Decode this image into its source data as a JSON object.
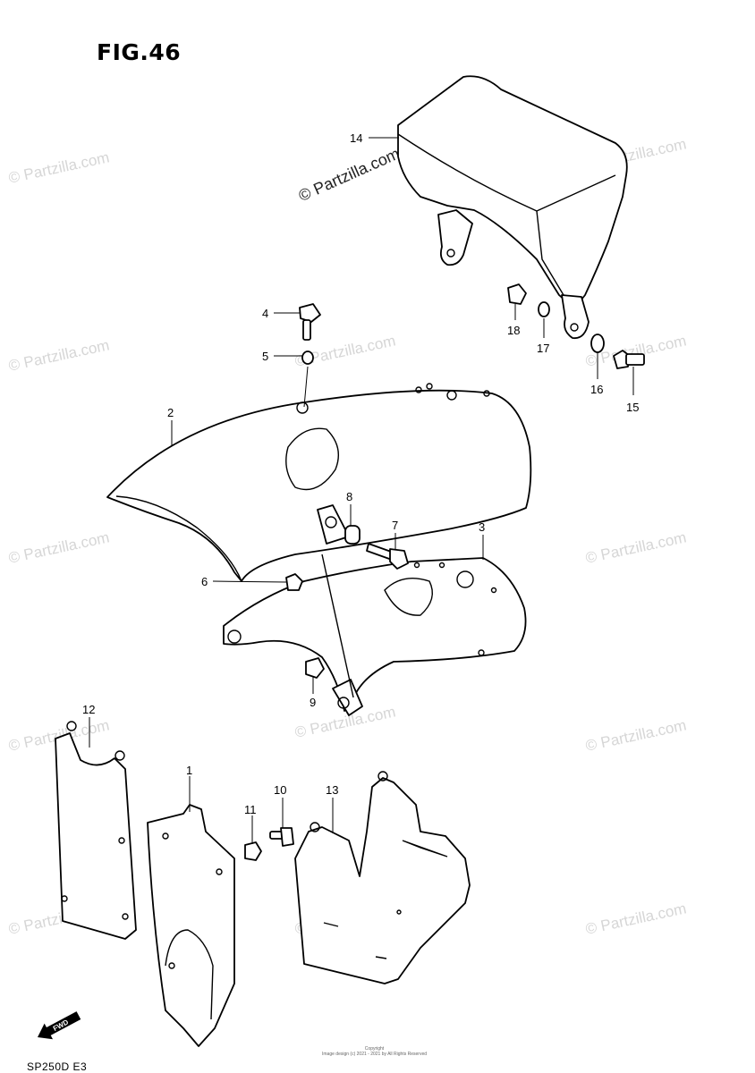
{
  "figure": {
    "title": "FIG.46",
    "code": "SP250D  E3"
  },
  "watermark": {
    "text": "© Partzilla.com"
  },
  "copyright": {
    "line1": "Copyright",
    "line2": "Image design (c) 2021 - 2021 by All Rights Reserved"
  },
  "labels": {
    "p1": "1",
    "p2": "2",
    "p3": "3",
    "p4": "4",
    "p5": "5",
    "p6": "6",
    "p7": "7",
    "p8": "8",
    "p9": "9",
    "p10": "10",
    "p11": "11",
    "p12": "12",
    "p13": "13",
    "p14": "14",
    "p15": "15",
    "p16": "16",
    "p17": "17",
    "p18": "18"
  },
  "direction": {
    "text": "FWD"
  }
}
